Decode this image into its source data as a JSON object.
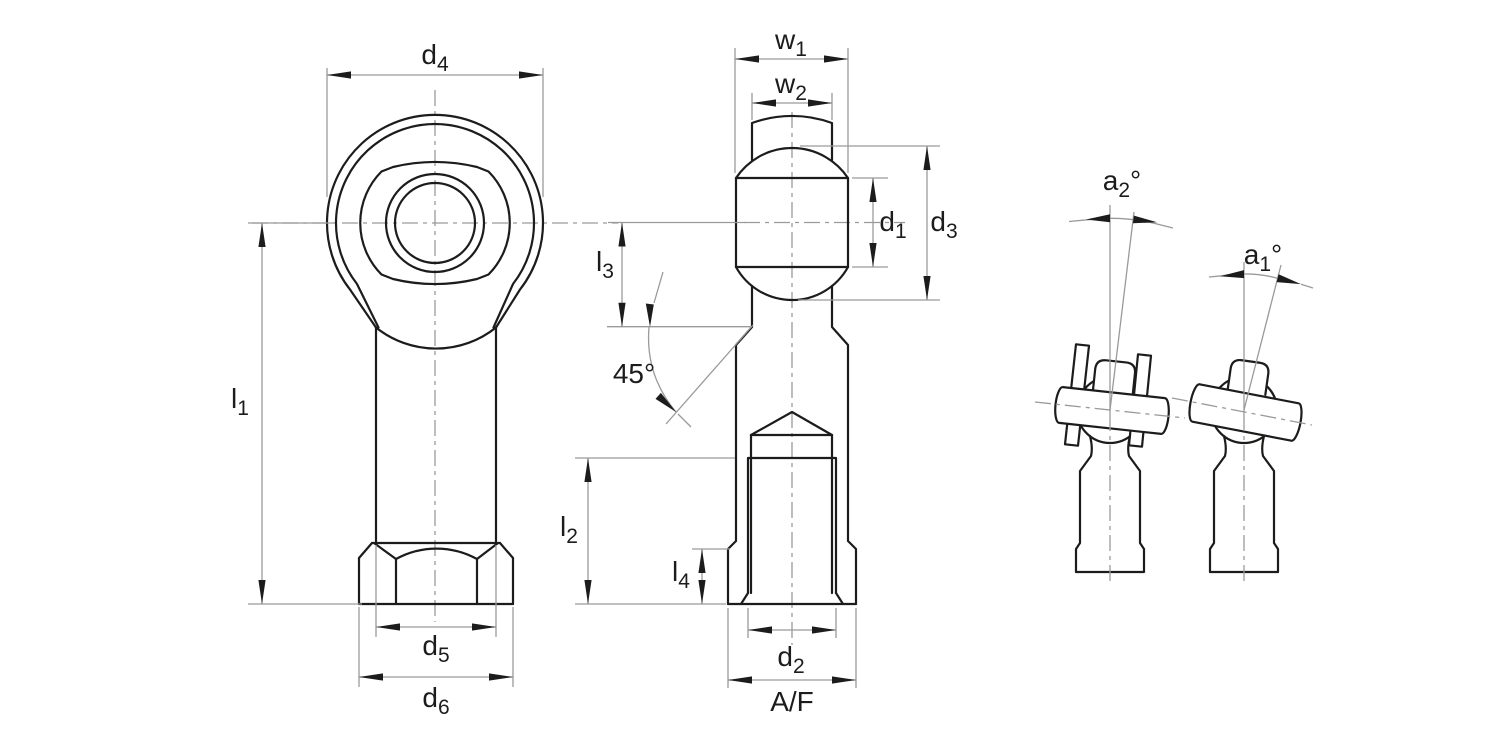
{
  "drawing_type": "rod-end-bearing-technical-drawing",
  "colors": {
    "outline": "#1c1c1b",
    "dimension_lines": "#9a9a9a",
    "arrowheads": "#1c1c1c",
    "labels": "#1c1c1b",
    "background": "#ffffff"
  },
  "labels": {
    "d4": {
      "main": "d",
      "sub": "4"
    },
    "l1": {
      "main": "l",
      "sub": "1"
    },
    "d5": {
      "main": "d",
      "sub": "5"
    },
    "d6": {
      "main": "d",
      "sub": "6"
    },
    "w1": {
      "main": "w",
      "sub": "1"
    },
    "w2": {
      "main": "w",
      "sub": "2"
    },
    "d1": {
      "main": "d",
      "sub": "1"
    },
    "d3": {
      "main": "d",
      "sub": "3"
    },
    "l3": {
      "main": "l",
      "sub": "3"
    },
    "chamfer_angle": "45°",
    "l2": {
      "main": "l",
      "sub": "2"
    },
    "l4": {
      "main": "l",
      "sub": "4"
    },
    "d2": {
      "main": "d",
      "sub": "2"
    },
    "across_flats": "A/F",
    "a2": {
      "main": "a",
      "sub": "2",
      "deg": "°"
    },
    "a1": {
      "main": "a",
      "sub": "1",
      "deg": "°"
    }
  }
}
